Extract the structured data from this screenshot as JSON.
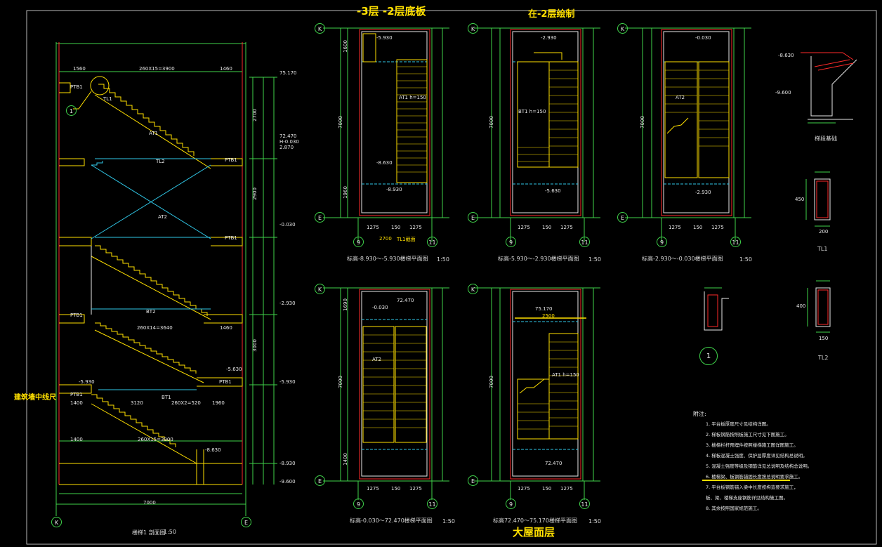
{
  "titles": {
    "top_left": "-3层  -2层底板",
    "top_mid": "在-2层绘制",
    "bottom_mid": "大屋面层",
    "side_note": "建筑墙中线尺"
  },
  "section": {
    "caption": "楼梯1 剖面图",
    "scale": "1:50",
    "axis_left": "K",
    "axis_right": "E",
    "overall_dim": "7000",
    "elevations": [
      "75.170",
      "72.470",
      "H-0.030",
      "2.870",
      "-0.030",
      "-2.930",
      "-5.630",
      "-5.930",
      "-8.630",
      "-8.930",
      "-9.600",
      "-5.930"
    ],
    "labels": [
      "PTB1",
      "TL1",
      "TL2",
      "AT1",
      "AT2",
      "BT1",
      "BT2"
    ],
    "dims": [
      "1560",
      "260X15=3900",
      "1460",
      "1400",
      "3120",
      "260X2=520",
      "1960",
      "260X14=3640",
      "260X15=3900",
      "2700",
      "2900",
      "3000",
      "1400"
    ],
    "detail_ref": "1"
  },
  "plans": [
    {
      "caption": "标高-8.930～-5.930楼梯平面图",
      "scale": "1:50",
      "elev": "-5.930",
      "elev2": "-8.630",
      "elev3": "-8.930",
      "label": "AT1 h=150",
      "note": "TL1截面",
      "width": "2700"
    },
    {
      "caption": "标高-5.930～-2.930楼梯平面图",
      "scale": "1:50",
      "elev": "-2.930",
      "elev2": "-5.630",
      "label": "BT1 h=150",
      "note": ""
    },
    {
      "caption": "标高-2.930～-0.030楼梯平面图",
      "scale": "1:50",
      "elev": "-0.030",
      "elev2": "-2.930",
      "label": "AT2",
      "note": ""
    },
    {
      "caption": "标高-0.030～72.470楼梯平面图",
      "scale": "1:50",
      "elev": "72.470",
      "elev2": "-0.030",
      "label": "AT2",
      "note": ""
    },
    {
      "caption": "标高72.470～75.170楼梯平面图",
      "scale": "1:50",
      "elev": "75.170",
      "elev2": "72.470",
      "label": "AT1 h=150",
      "note": "2500"
    }
  ],
  "plan_axes": {
    "top": "K",
    "bottom": "E",
    "left": "9",
    "right": "11"
  },
  "plan_dims": [
    "1275",
    "150",
    "1275",
    "7000",
    "1600",
    "1960",
    "1400",
    "1690"
  ],
  "details": {
    "node_caption": "梯段基础",
    "node_elevs": [
      "-8.630",
      "-9.600"
    ],
    "tl1_caption": "TL1",
    "tl2_caption": "TL2",
    "tl1_dims": [
      "200",
      "450"
    ],
    "tl2_dims": [
      "150",
      "400"
    ],
    "detail1_label": "1"
  },
  "notes": {
    "heading": "附注:",
    "items": [
      "1. 平台板厚度尺寸见结构详图。",
      "2. 梯板钢筋按照板施工尺寸见下图施工。",
      "3. 楼梯栏杆预埋件按照楼梯施工图详图施工。",
      "4. 梯板混凝土强度、保护层厚度详见结构总说明。",
      "5. 混凝土强度等级及钢筋详见总说明及结构总说明。",
      "6. 楼梯梁、板钢筋锚固长度按总说明要求施工。",
      "7. 平台板钢筋锚入梁中长度按构造要求施工，",
      "   板、梁、楼梯支座钢筋详见结构施工图。",
      "8. 其余按照国家规范施工。"
    ]
  },
  "colors": {
    "yellow": "#ffe000",
    "green": "#3fd34a",
    "cyan": "#30c8e8",
    "red": "#ff2a2a",
    "white": "#e8e8e8"
  }
}
